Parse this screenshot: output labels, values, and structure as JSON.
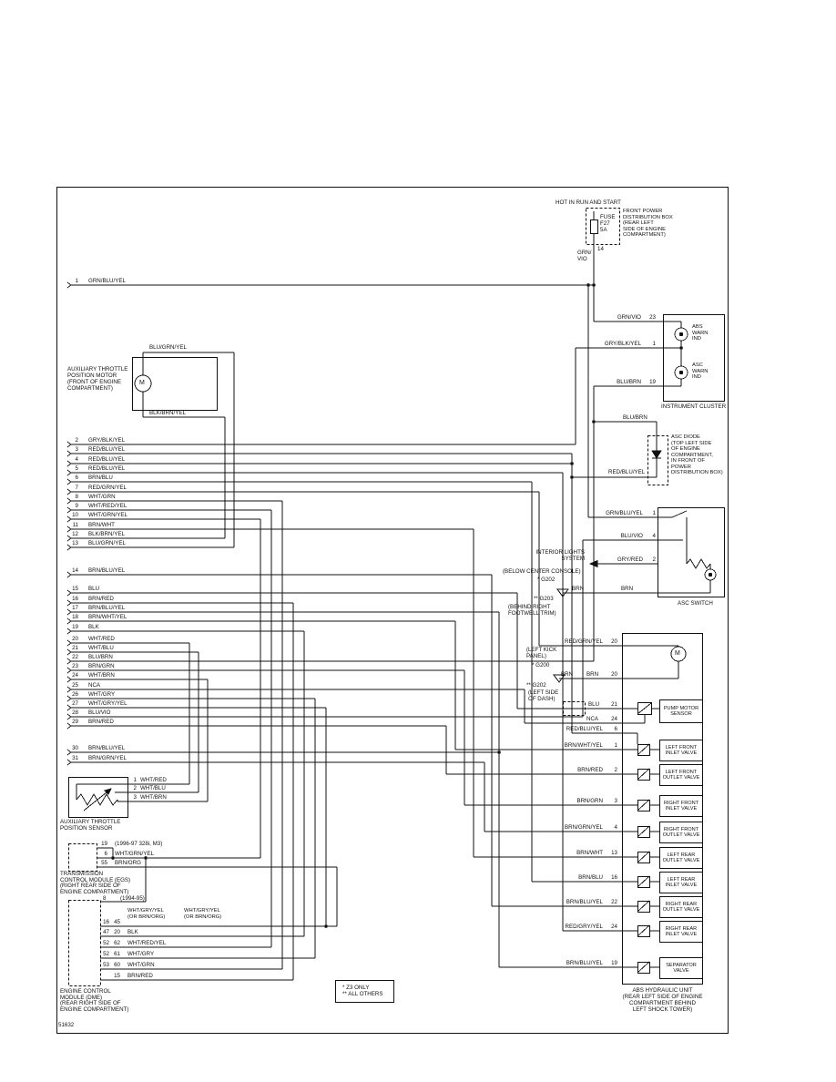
{
  "meta": {
    "diagram_number": "51632"
  },
  "power": {
    "hot": "HOT IN RUN AND START",
    "fuse": "FUSE\nF27\n5A",
    "dist_box": "FRONT POWER\nDISTRIBUTION BOX\n(REAR LEFT\nSIDE OF ENGINE\nCOMPARTMENT)",
    "pin": "14",
    "wire": "GRN/\nVIO"
  },
  "left_wires": [
    {
      "num": "1",
      "label": "GRN/BLU/YEL"
    },
    {
      "num": "2",
      "label": "GRY/BLK/YEL"
    },
    {
      "num": "3",
      "label": "RED/BLU/YEL"
    },
    {
      "num": "4",
      "label": "RED/BLU/YEL"
    },
    {
      "num": "5",
      "label": "RED/BLU/YEL"
    },
    {
      "num": "6",
      "label": "BRN/BLU"
    },
    {
      "num": "7",
      "label": "RED/GRN/YEL"
    },
    {
      "num": "8",
      "label": "WHT/GRN"
    },
    {
      "num": "9",
      "label": "WHT/RED/YEL"
    },
    {
      "num": "10",
      "label": "WHT/GRN/YEL"
    },
    {
      "num": "11",
      "label": "BRN/WHT"
    },
    {
      "num": "12",
      "label": "BLK/BRN/YEL"
    },
    {
      "num": "13",
      "label": "BLU/GRN/YEL"
    },
    {
      "num": "14",
      "label": "BRN/BLU/YEL"
    },
    {
      "num": "15",
      "label": "BLU"
    },
    {
      "num": "16",
      "label": "BRN/RED"
    },
    {
      "num": "17",
      "label": "BRN/BLU/YEL"
    },
    {
      "num": "18",
      "label": "BRN/WHT/YEL"
    },
    {
      "num": "19",
      "label": "BLK"
    },
    {
      "num": "20",
      "label": "WHT/RED"
    },
    {
      "num": "21",
      "label": "WHT/BLU"
    },
    {
      "num": "22",
      "label": "BLU/BRN"
    },
    {
      "num": "23",
      "label": "BRN/GRN"
    },
    {
      "num": "24",
      "label": "WHT/BRN"
    },
    {
      "num": "25",
      "label": "NCA"
    },
    {
      "num": "26",
      "label": "WHT/GRY"
    },
    {
      "num": "27",
      "label": "WHT/GRY/YEL"
    },
    {
      "num": "28",
      "label": "BLU/VIO"
    },
    {
      "num": "29",
      "label": "BRN/RED"
    },
    {
      "num": "30",
      "label": "BRN/BLU/YEL"
    },
    {
      "num": "31",
      "label": "BRN/GRN/YEL"
    }
  ],
  "cluster": {
    "title": "INSTRUMENT CLUSTER",
    "w1": "GRN/VIO",
    "p1": "23",
    "w2": "GRY/BLK/YEL",
    "p2": "1",
    "w3": "BLU/BRN",
    "p3": "19",
    "lamp1": "ABS\nWARN\nIND",
    "lamp2": "ASC\nWARN\nIND"
  },
  "diode": {
    "top_wire": "BLU/BRN",
    "bottom_wire": "RED/BLU/YEL",
    "label": "ASC DIODE\n(TOP LEFT SIDE\nOF ENGINE\nCOMPARTMENT,\nIN FRONT OF\nPOWER\nDISTRIBUTION BOX)"
  },
  "motor": {
    "top_wire": "BLU/GRN/YEL",
    "bottom_wire": "BLK/BRN/YEL",
    "symbol": "M",
    "label": "AUXILIARY THROTTLE\nPOSITION MOTOR\n(FRONT OF ENGINE\nCOMPARTMENT)"
  },
  "asc_switch": {
    "title": "ASC SWITCH",
    "w1": "GRN/BLU/YEL",
    "p1": "1",
    "w2": "BLU/VIO",
    "p2": "4",
    "w3": "GRY/RED",
    "p3": "2"
  },
  "interior": {
    "system": "INTERIOR LIGHTS\nSYSTEM",
    "loc": "(BELOW CENTER CONSOLE)",
    "g1": "* G202",
    "brn_a": "BRN",
    "brn_b": "BRN",
    "g2": "** G203",
    "loc2": "(BEHIND RIGHT\nFOOTWELL TRIM)"
  },
  "pump": {
    "wire": "RED/GRN/YEL",
    "pin": "20",
    "loc1": "(LEFT KICK\nPANEL)",
    "g200": "* G200",
    "brn_a": "BRN",
    "brn_b": "BRN",
    "brn_pin": "20",
    "g202": "** G202",
    "loc2": "(LEFT SIDE\nOF DASH)",
    "blu": "BLU",
    "blu_pin": "21",
    "nca": "NCA",
    "nca_pin": "24",
    "symbol": "M",
    "sensor_name": "PUMP MOTOR\nSENSOR"
  },
  "unit": {
    "supply_wire": "RED/BLU/YEL",
    "supply_pin": "6",
    "label": "ABS HYDRAULIC UNIT\n(REAR LEFT SIDE OF ENGINE\nCOMPARTMENT BEHIND\nLEFT SHOCK TOWER)",
    "valves": [
      {
        "wire": "BRN/WHT/YEL",
        "pin": "1",
        "name": "LEFT FRONT\nINLET VALVE"
      },
      {
        "wire": "BRN/RED",
        "pin": "2",
        "name": "LEFT FRONT\nOUTLET VALVE"
      },
      {
        "wire": "BRN/GRN",
        "pin": "3",
        "name": "RIGHT FRONT\nINLET VALVE"
      },
      {
        "wire": "BRN/GRN/YEL",
        "pin": "4",
        "name": "RIGHT FRONT\nOUTLET VALVE"
      },
      {
        "wire": "BRN/WHT",
        "pin": "13",
        "name": "LEFT REAR\nOUTLET VALVE"
      },
      {
        "wire": "BRN/BLU",
        "pin": "16",
        "name": "LEFT REAR\nINLET VALVE"
      },
      {
        "wire": "BRN/BLU/YEL",
        "pin": "22",
        "name": "RIGHT REAR\nOUTLET VALVE"
      },
      {
        "wire": "RED/GRY/YEL",
        "pin": "24",
        "name": "RIGHT REAR\nINLET VALVE"
      },
      {
        "wire": "BRN/BLU/YEL",
        "pin": "19",
        "name": "SEPARATOR\nVALVE"
      }
    ]
  },
  "tps": {
    "label": "AUXILIARY THROTTLE\nPOSITION SENSOR",
    "w": [
      {
        "pin": "1",
        "wire": "WHT/RED"
      },
      {
        "pin": "2",
        "wire": "WHT/BLU"
      },
      {
        "pin": "3",
        "wire": "WHT/BRN"
      }
    ]
  },
  "tcm": {
    "pin19": "19",
    "note19": "(1996-97 328i, M3)",
    "pin6": "6",
    "wire6": "WHT/GRN/YEL",
    "pin55": "55",
    "wire55": "BRN/ORG",
    "label": "TRANSMISSION\nCONTROL MODULE (EGS)\n(RIGHT REAR SIDE OF\nENGINE COMPARTMENT)",
    "pin8": "8",
    "note8": "(1994-95)"
  },
  "ecm": {
    "alt1": "WHT/GRY/YEL\n(OR BRN/ORG)",
    "alt2": "WHT/GRY/YEL\n(OR BRN/ORG)",
    "rows": [
      {
        "a": "16",
        "b": "45",
        "wire": ""
      },
      {
        "a": "47",
        "b": "20",
        "wire": "BLK"
      },
      {
        "a": "52",
        "b": "62",
        "wire": "WHT/RED/YEL"
      },
      {
        "a": "52",
        "b": "61",
        "wire": "WHT/GRY"
      },
      {
        "a": "53",
        "b": "60",
        "wire": "WHT/GRN"
      },
      {
        "a": "",
        "b": "15",
        "wire": "BRN/RED"
      }
    ],
    "label": "ENGINE CONTROL\nMODULE (DME)\n(REAR RIGHT SIDE OF\nENGINE COMPARTMENT)"
  },
  "legend": {
    "text": "*   Z3 ONLY\n**  ALL OTHERS"
  }
}
